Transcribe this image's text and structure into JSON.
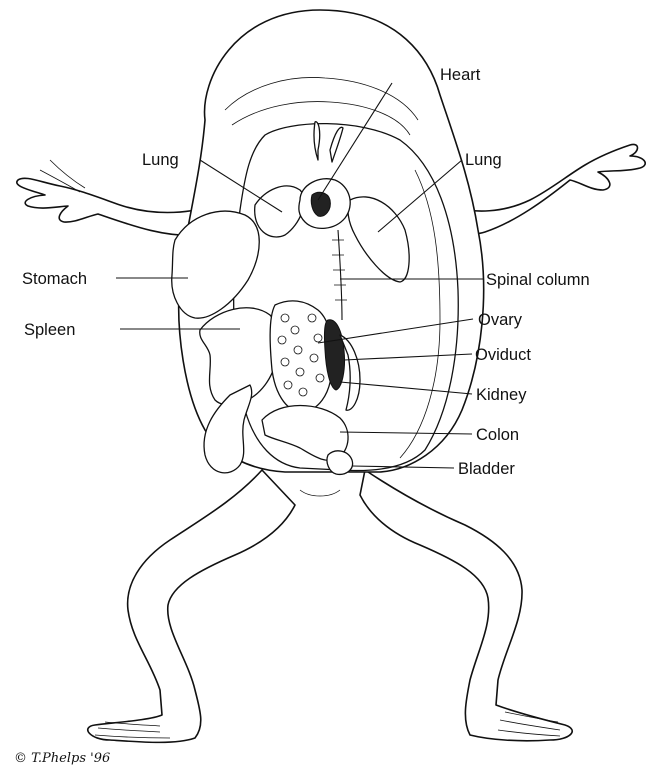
{
  "diagram": {
    "labels": {
      "heart": "Heart",
      "lung_left": "Lung",
      "lung_right": "Lung",
      "stomach": "Stomach",
      "spleen": "Spleen",
      "spinal_column": "Spinal column",
      "ovary": "Ovary",
      "oviduct": "Oviduct",
      "kidney": "Kidney",
      "colon": "Colon",
      "bladder": "Bladder"
    },
    "signature": "© T.Phelps '96"
  }
}
